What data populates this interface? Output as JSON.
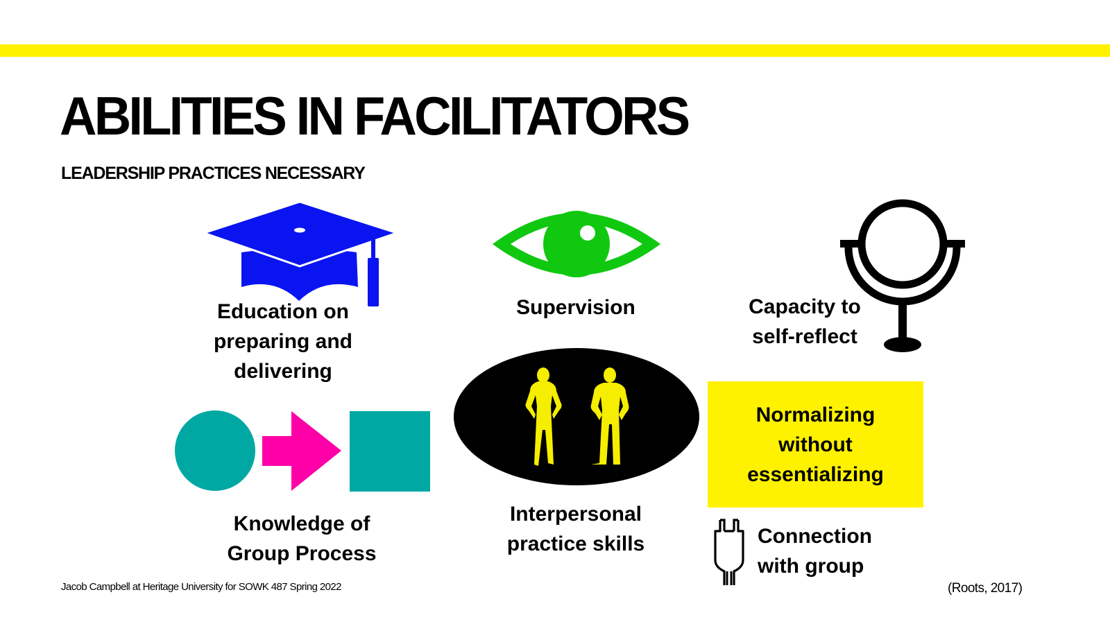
{
  "slide": {
    "title": "ABILITIES IN FACILITATORS",
    "subtitle": "LEADERSHIP PRACTICES NECESSARY",
    "accent_bar_color": "#fff200"
  },
  "items": [
    {
      "id": "education",
      "label": "Education on\npreparing and\ndelivering",
      "icon": "graduation-cap-icon",
      "color": "#0a14f0"
    },
    {
      "id": "supervision",
      "label": "Supervision",
      "icon": "eye-icon",
      "color": "#10c810"
    },
    {
      "id": "self-reflect",
      "label": "Capacity to\nself-reflect",
      "icon": "mirror-icon",
      "color": "#000000"
    },
    {
      "id": "group-process",
      "label": "Knowledge of\nGroup Process",
      "icon": "circle-arrow-square-icon",
      "colors": {
        "shapes": "#00a8a3",
        "arrow": "#ff00a8"
      }
    },
    {
      "id": "interpersonal",
      "label": "Interpersonal\npractice skills",
      "icon": "two-people-icon",
      "colors": {
        "oval": "#000000",
        "figures": "#f5ee00"
      }
    },
    {
      "id": "normalizing",
      "label": "Normalizing\nwithout\nessentializing",
      "background": "#fff200"
    },
    {
      "id": "connection",
      "label": "Connection\nwith group",
      "icon": "plug-icon",
      "color": "#000000"
    }
  ],
  "footer": {
    "credit": "Jacob Campbell at Heritage University for SOWK 487 Spring 2022",
    "citation": "(Roots, 2017)"
  }
}
